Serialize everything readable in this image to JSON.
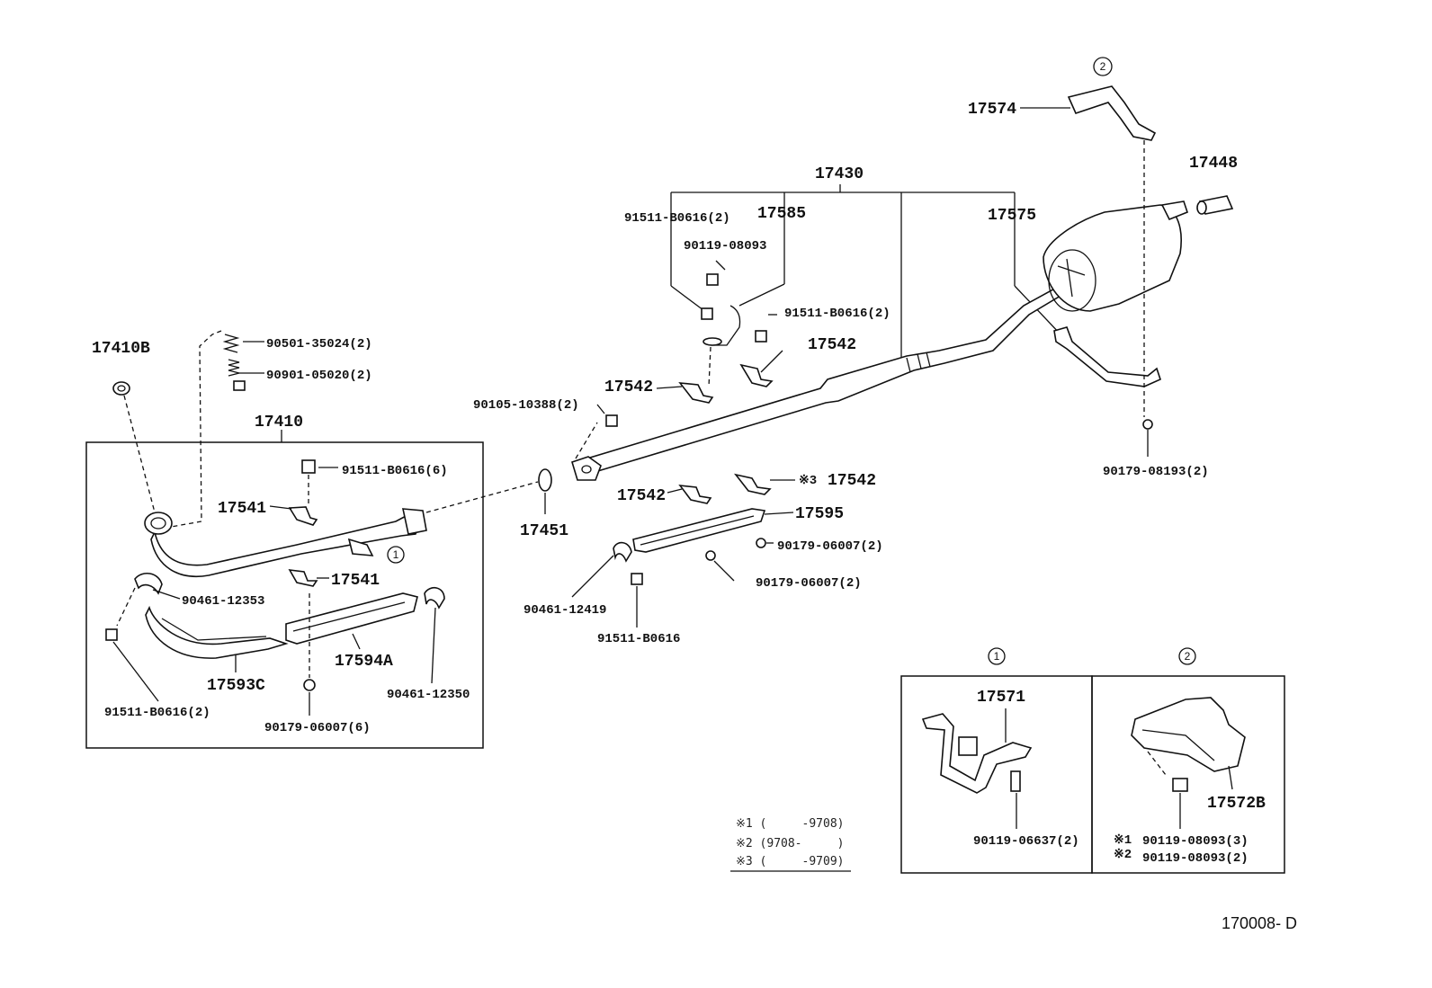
{
  "diagram": {
    "labels": {
      "p17410B": "17410B",
      "p90501": "90501-35024(2)",
      "p90901": "90901-05020(2)",
      "p17410": "17410",
      "p91511_6": "91511-B0616(6)",
      "p17541a": "17541",
      "p17541b": "17541",
      "p90461_12353": "90461-12353",
      "p17594A": "17594A",
      "p17593C": "17593C",
      "p90461_12350": "90461-12350",
      "p91511_2a": "91511-B0616(2)",
      "p90179_6": "90179-06007(6)",
      "p17451": "17451",
      "p90105": "90105-10388(2)",
      "p17542a": "17542",
      "p91511_2b": "91511-B0616(2)",
      "p17585": "17585",
      "p90119_08093": "90119-08093",
      "p91511_2c": "91511-B0616(2)",
      "p17542b": "17542",
      "p17430": "17430",
      "p17575": "17575",
      "p17542c": "17542",
      "p17542d": "17542",
      "p17542d_mark": "※3",
      "p17595": "17595",
      "p90179_2a": "90179-06007(2)",
      "p90179_2b": "90179-06007(2)",
      "p90461_12419": "90461-12419",
      "p91511_single": "91511-B0616",
      "p17574": "17574",
      "p17448": "17448",
      "p90179_08193": "90179-08193(2)",
      "p17571": "17571",
      "p90119_06637": "90119-06637(2)",
      "p17572B": "17572B",
      "p90119_3": "90119-08093(3)",
      "p90119_2": "90119-08093(2)",
      "m1": "※1",
      "m2": "※2"
    },
    "circle_refs": {
      "c1": "1",
      "c2": "2",
      "c1box": "1",
      "c2box": "2"
    },
    "notes": {
      "n1": "※1 (     -9708)",
      "n2": "※2 (9708-     )",
      "n3": "※3 (     -9709)"
    },
    "ref_code": "170008- D"
  }
}
